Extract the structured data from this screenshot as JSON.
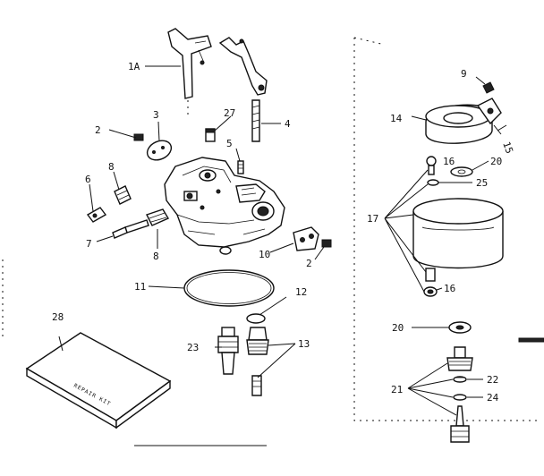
{
  "diagram": {
    "labels": {
      "l1a": "1A",
      "l2a": "2",
      "l2b": "2",
      "l3": "3",
      "l4": "4",
      "l5": "5",
      "l6": "6",
      "l7": "7",
      "l8a": "8",
      "l8b": "8",
      "l9": "9",
      "l10": "10",
      "l11": "11",
      "l12": "12",
      "l13": "13",
      "l14": "14",
      "l15": "15",
      "l16a": "16",
      "l16b": "16",
      "l17": "17",
      "l20a": "20",
      "l20b": "20",
      "l21": "21",
      "l22": "22",
      "l23": "23",
      "l24": "24",
      "l25": "25",
      "l27": "27",
      "l28": "28"
    },
    "kit_text": "REPAIR KIT",
    "colors": {
      "ink": "#111111",
      "paper": "#ffffff"
    }
  }
}
